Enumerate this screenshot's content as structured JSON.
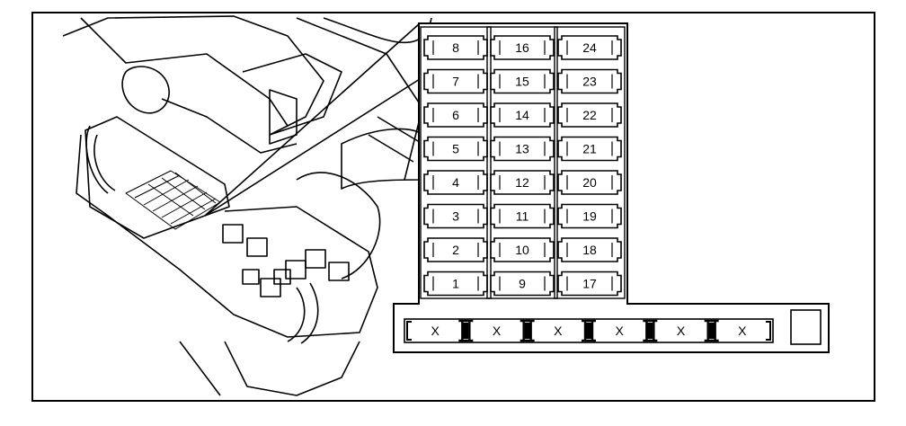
{
  "diagram": {
    "fuse_columns": [
      [
        "8",
        "7",
        "6",
        "5",
        "4",
        "3",
        "2",
        "1"
      ],
      [
        "16",
        "15",
        "14",
        "13",
        "12",
        "11",
        "10",
        "9"
      ],
      [
        "24",
        "23",
        "22",
        "21",
        "20",
        "19",
        "18",
        "17"
      ]
    ],
    "relay_row": {
      "slot_marker": "X",
      "slot_count": 6,
      "connector_count": 5
    }
  }
}
